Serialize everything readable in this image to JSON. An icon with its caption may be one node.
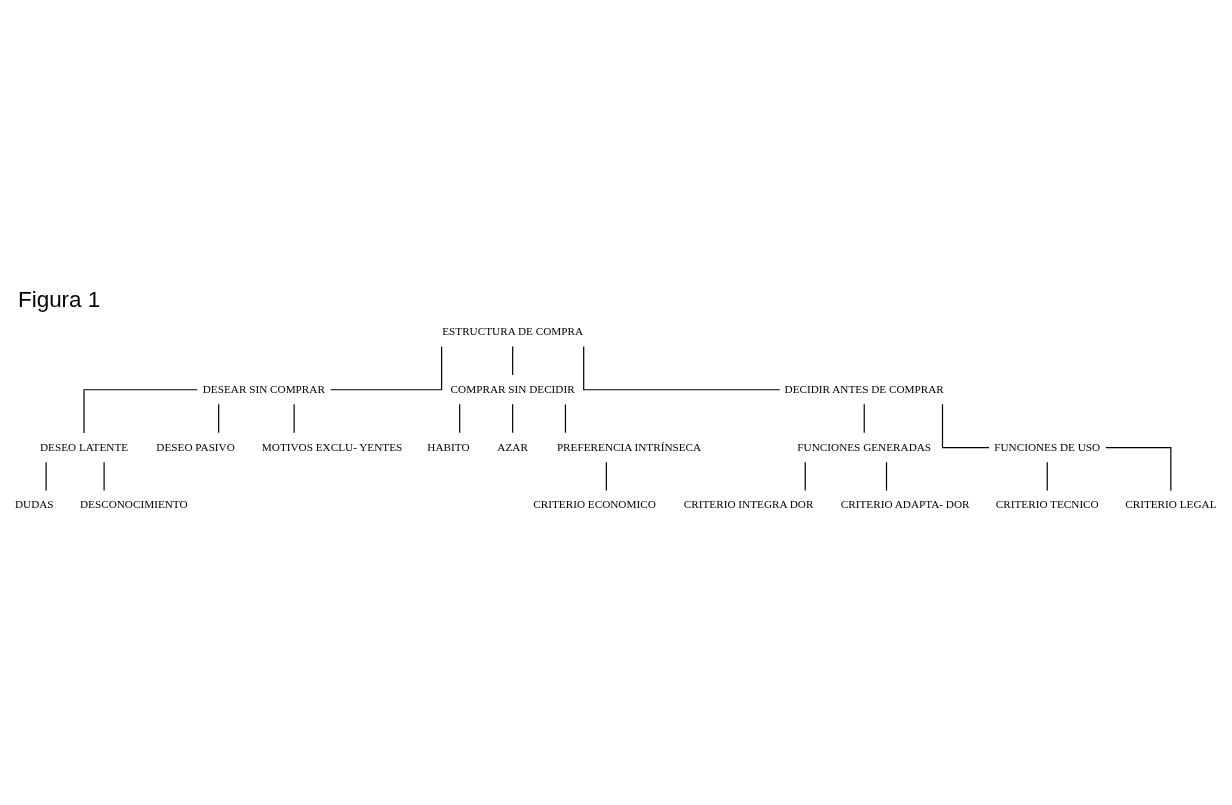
{
  "diagram": {
    "title": "Figura 1",
    "nodes": [
      {
        "text": [
          "ESTRUCTURA DE COMPRA"
        ]
      },
      {
        "text": [
          "DESEAR SIN COMPRAR"
        ]
      },
      {
        "text": [
          "COMPRAR SIN DECIDIR"
        ]
      },
      {
        "text": [
          "DECIDIR ANTES DE COMPRAR"
        ]
      },
      {
        "text": [
          "DESEO LATENTE"
        ]
      },
      {
        "text": [
          "DESEO PASIVO"
        ]
      },
      {
        "text": [
          "MOTIVOS EXCLU- YENTES"
        ]
      },
      {
        "text": [
          "HABITO"
        ]
      },
      {
        "text": [
          "AZAR"
        ]
      },
      {
        "text": [
          "PREFERENCIA INTRÍNSECA"
        ]
      },
      {
        "text": [
          "FUNCIONES GENERADAS"
        ]
      },
      {
        "text": [
          "FUNCIONES DE USO"
        ]
      },
      {
        "text": [
          "DUDAS"
        ]
      },
      {
        "text": [
          "DESCONOCIMIENTO"
        ]
      },
      {
        "text": [
          "CRITERIO ECONOMICO"
        ]
      },
      {
        "text": [
          "CRITERIO INTEGRA DOR"
        ]
      },
      {
        "text": [
          "CRITERIO ADAPTA- DOR"
        ]
      },
      {
        "text": [
          "CRITERIO TECNICO"
        ]
      },
      {
        "text": [
          "CRITERIO LEGAL"
        ]
      }
    ],
    "edges": [
      {
        "from": 0,
        "to": 1,
        "arrow": "none"
      },
      {
        "from": 0,
        "to": 2,
        "arrow": "none"
      },
      {
        "from": 0,
        "to": 3,
        "arrow": "none"
      },
      {
        "from": 1,
        "to": 4,
        "arrow": "none"
      },
      {
        "from": 1,
        "to": 5,
        "arrow": "none"
      },
      {
        "from": 1,
        "to": 6,
        "arrow": "none"
      },
      {
        "from": 2,
        "to": 7,
        "arrow": "none"
      },
      {
        "from": 2,
        "to": 8,
        "arrow": "none"
      },
      {
        "from": 2,
        "to": 9,
        "arrow": "none"
      },
      {
        "from": 3,
        "to": 10,
        "arrow": "none"
      },
      {
        "from": 3,
        "to": 11,
        "arrow": "none"
      },
      {
        "from": 4,
        "to": 12,
        "arrow": "none"
      },
      {
        "from": 4,
        "to": 13,
        "arrow": "none"
      },
      {
        "from": 9,
        "to": 14,
        "arrow": "none"
      },
      {
        "from": 10,
        "to": 15,
        "arrow": "none"
      },
      {
        "from": 10,
        "to": 16,
        "arrow": "none"
      },
      {
        "from": 11,
        "to": 17,
        "arrow": "none"
      },
      {
        "from": 11,
        "to": 18,
        "arrow": "none"
      }
    ]
  }
}
